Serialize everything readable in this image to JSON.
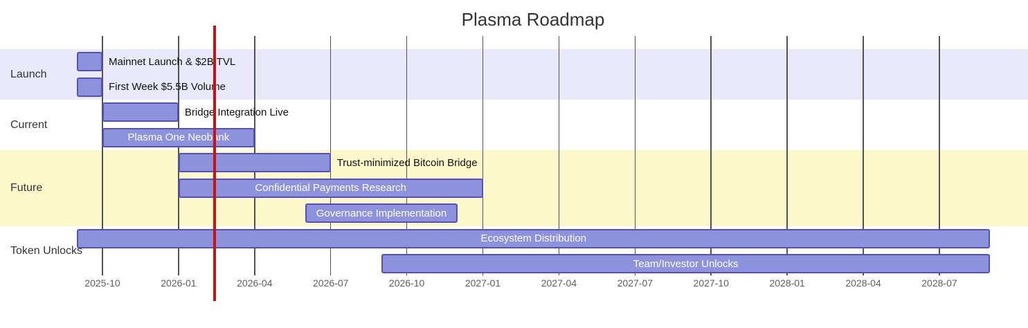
{
  "title": "Plasma Roadmap",
  "chart_data": {
    "type": "gantt",
    "title": "Plasma Roadmap",
    "today_marker": "2026-02-14",
    "x_axis": {
      "tick_format": "YYYY-MM",
      "interval_months": 3,
      "ticks": [
        "2025-10",
        "2026-01",
        "2026-04",
        "2026-07",
        "2026-10",
        "2027-01",
        "2027-04",
        "2027-07",
        "2027-10",
        "2028-01",
        "2028-04",
        "2028-07"
      ]
    },
    "sections": [
      {
        "name": "Launch",
        "tasks": [
          {
            "label": "Mainnet Launch & $2B TVL",
            "start": "2025-09-01",
            "end": "2025-10-01",
            "label_position": "right"
          },
          {
            "label": "First Week $5.5B Volume",
            "start": "2025-09-01",
            "end": "2025-10-01",
            "label_position": "right"
          }
        ]
      },
      {
        "name": "Current",
        "tasks": [
          {
            "label": "Bridge Integration Live",
            "start": "2025-10-01",
            "end": "2026-01-01",
            "label_position": "right"
          },
          {
            "label": "Plasma One Neobank",
            "start": "2025-10-01",
            "end": "2026-04-01",
            "label_position": "inside"
          }
        ]
      },
      {
        "name": "Future",
        "tasks": [
          {
            "label": "Trust-minimized Bitcoin Bridge",
            "start": "2026-01-01",
            "end": "2026-07-01",
            "label_position": "right"
          },
          {
            "label": "Confidential Payments Research",
            "start": "2026-01-01",
            "end": "2027-01-01",
            "label_position": "inside"
          },
          {
            "label": "Governance Implementation",
            "start": "2026-06-01",
            "end": "2026-12-01",
            "label_position": "inside"
          }
        ]
      },
      {
        "name": "Token Unlocks",
        "tasks": [
          {
            "label": "Ecosystem Distribution",
            "start": "2025-09-01",
            "end": "2028-09-01",
            "label_position": "inside"
          },
          {
            "label": "Team/Investor Unlocks",
            "start": "2026-09-01",
            "end": "2028-09-01",
            "label_position": "inside"
          }
        ]
      }
    ],
    "colors": {
      "bar_fill": "#8d92dc",
      "bar_border": "#544fbc",
      "section_band_colors": [
        "#e9e9fb",
        "#ffffff",
        "#fcf8c9",
        "#ffffff"
      ],
      "today_line": "#cc1111",
      "grid_line": "#525252",
      "title_text": "#333333",
      "axis_text": "#5e5e5e",
      "section_text": "#333333",
      "task_text_outside": "#111111",
      "task_text_inside": "#ffffff"
    }
  }
}
